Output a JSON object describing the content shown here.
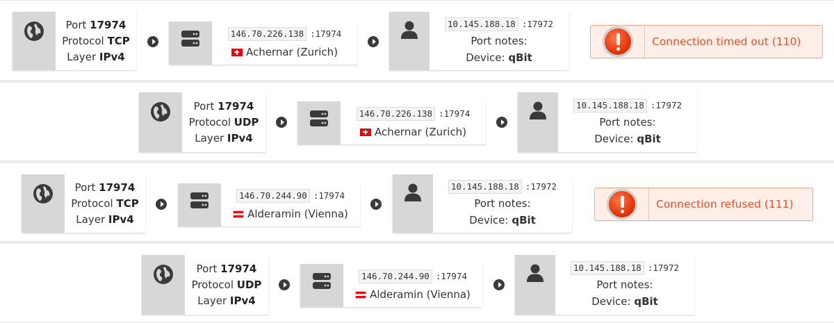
{
  "labels": {
    "port": "Port",
    "protocol": "Protocol",
    "layer": "Layer",
    "port_notes": "Port notes:",
    "device": "Device:"
  },
  "rows": [
    {
      "port": "17974",
      "protocol": "TCP",
      "layer": "IPv4",
      "server_ip": "146.70.226.138",
      "server_port": ":17974",
      "server_name": "Achernar (Zurich)",
      "flag": "ch",
      "client_ip": "10.145.188.18",
      "client_port": ":17972",
      "device": "qBit",
      "error": "Connection timed out (110)"
    },
    {
      "port": "17974",
      "protocol": "UDP",
      "layer": "IPv4",
      "server_ip": "146.70.226.138",
      "server_port": ":17974",
      "server_name": "Achernar (Zurich)",
      "flag": "ch",
      "client_ip": "10.145.188.18",
      "client_port": ":17972",
      "device": "qBit"
    },
    {
      "port": "17974",
      "protocol": "TCP",
      "layer": "IPv4",
      "server_ip": "146.70.244.90",
      "server_port": ":17974",
      "server_name": "Alderamin (Vienna)",
      "flag": "at",
      "client_ip": "10.145.188.18",
      "client_port": ":17972",
      "device": "qBit",
      "error": "Connection refused (111)"
    },
    {
      "port": "17974",
      "protocol": "UDP",
      "layer": "IPv4",
      "server_ip": "146.70.244.90",
      "server_port": ":17974",
      "server_name": "Alderamin (Vienna)",
      "flag": "at",
      "client_ip": "10.145.188.18",
      "client_port": ":17972",
      "device": "qBit"
    }
  ],
  "icons": {
    "protocol": "globe-icon",
    "server": "server-icon",
    "client": "user-icon",
    "arrow": "arrow-right-circle-icon",
    "error": "error-icon"
  },
  "colors": {
    "error_text": "#e8502a",
    "error_bg": "#fdeee8",
    "icon_panel": "#d7d7d7"
  }
}
